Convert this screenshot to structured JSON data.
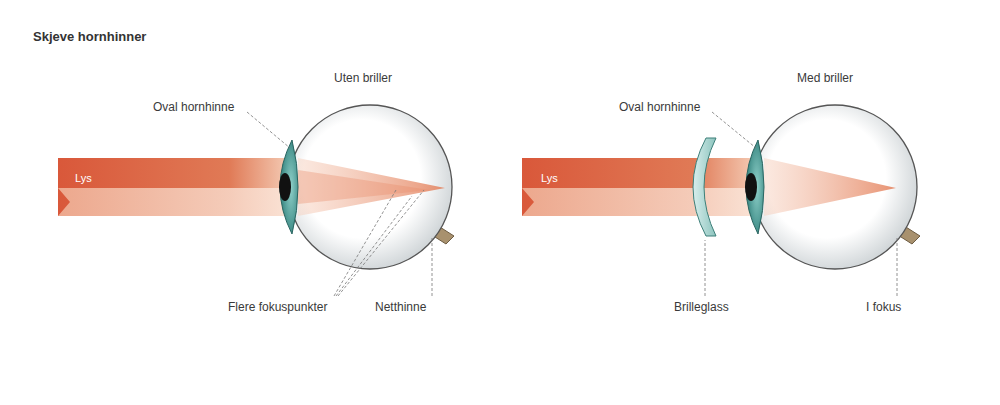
{
  "diagram": {
    "title": "Skjeve hornhinner",
    "labels": [
      "Uten briller",
      "Oval hornhinne",
      "Lys",
      "Flere fokuspunkter",
      "Netthinne",
      "Med briller",
      "Oval hornhinne",
      "Lys",
      "Brilleglass",
      "I fokus"
    ]
  }
}
